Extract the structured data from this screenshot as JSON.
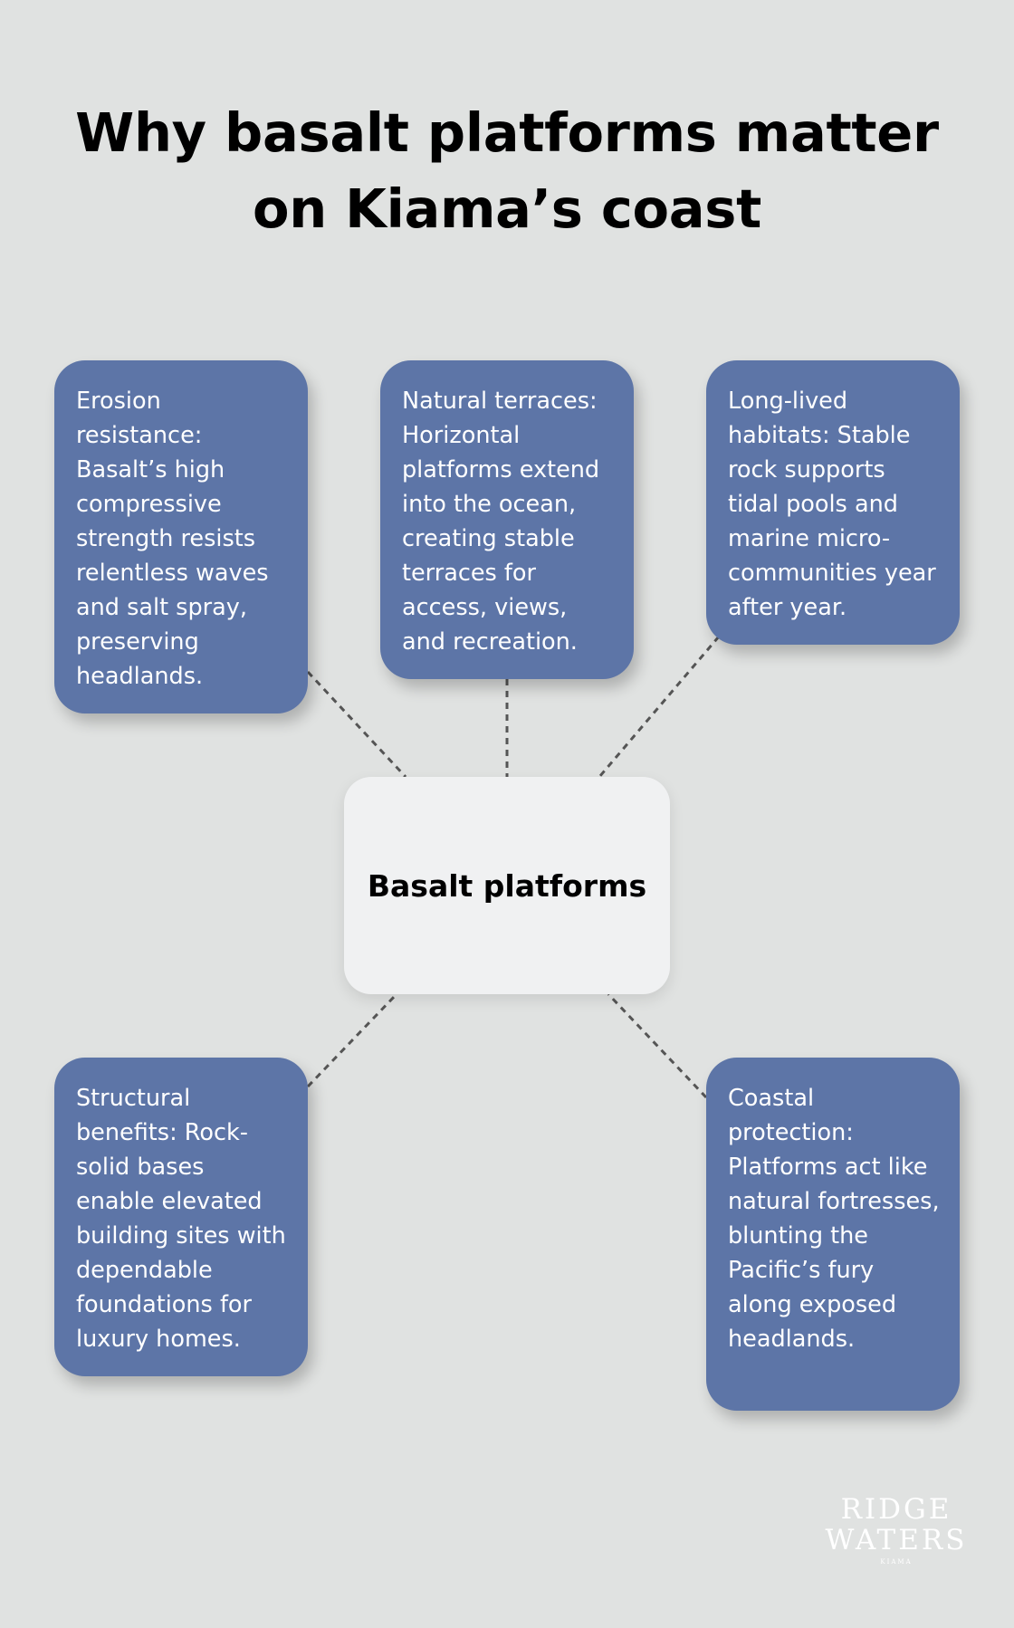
{
  "header": {
    "title": "Why basalt platforms matter\non Kiama’s coast"
  },
  "center": {
    "label": "Basalt platforms"
  },
  "cards": [
    {
      "text": "Erosion resistance: Basalt’s high compressive strength resists relentless waves and salt spray, preserving headlands."
    },
    {
      "text": "Natural terraces: Horizontal platforms extend into the ocean, creating stable terraces for access, views, and recreation."
    },
    {
      "text": "Long-lived habitats: Stable rock supports tidal pools and marine micro-communities year after year."
    },
    {
      "text": "Structural benefits: Rock-solid bases enable elevated building sites with dependable foundations for luxury homes."
    },
    {
      "text": "Coastal protection: Platforms act like natural fortresses, blunting the Pacific’s fury along exposed headlands."
    }
  ],
  "logo": {
    "line1": "RIDGE",
    "line2": "WATERS",
    "line3": "KIAMA"
  },
  "colors": {
    "background": "#e0e2e1",
    "card": "#5d75a7",
    "center": "#f0f1f2",
    "connector": "#555555"
  }
}
